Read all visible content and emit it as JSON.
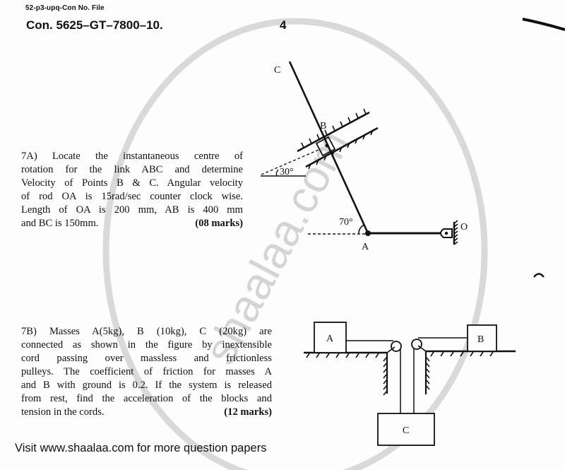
{
  "header": {
    "file_ref": "52-p3-upq-Con No. File",
    "paper_code": "Con. 5625–GT–7800–10.",
    "page_number": "4"
  },
  "questions": [
    {
      "id": "7A",
      "lines": [
        "7A) Locate the instantaneous centre of",
        "rotation for the link ABC and determine",
        "Velocity of Points B & C. Angular velocity",
        "of rod OA is 15rad/sec counter clock wise.",
        "Length of OA is 200 mm, AB is 400 mm",
        "and BC is 150mm."
      ],
      "marks": "(08 marks)",
      "diagram": {
        "labels": {
          "C": "C",
          "B": "B",
          "A": "A",
          "O": "O",
          "angle_slider": "30°",
          "angle_A": "70°"
        }
      }
    },
    {
      "id": "7B",
      "lines": [
        "7B) Masses A(5kg), B (10kg), C (20kg) are",
        "connected as shown  in the figure by inextensible",
        "cord passing over massless and frictionless",
        "pulleys. The coefficient of friction for masses A",
        "and B with ground is 0.2. If the system is released",
        "from rest, find the acceleration of the blocks and",
        "tension in the cords."
      ],
      "marks": "(12 marks)",
      "diagram": {
        "labels": {
          "block_A": "A",
          "block_B": "B",
          "block_C": "C"
        }
      }
    }
  ],
  "watermark": {
    "text": "shaalaa.com",
    "color": "#d4d4d4"
  },
  "footer": {
    "text": "Visit www.shaalaa.com for more question papers"
  }
}
